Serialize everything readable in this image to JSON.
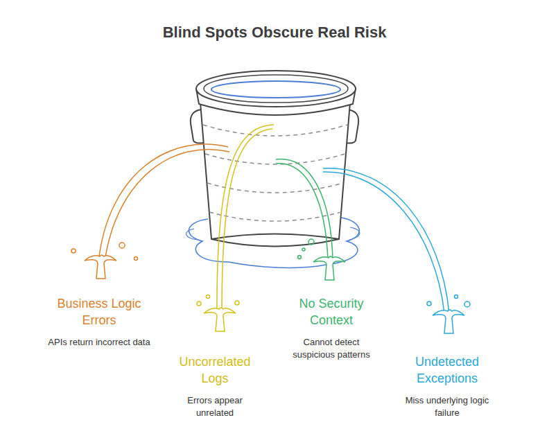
{
  "diagram": {
    "title": "Blind Spots Obscure Real Risk",
    "nodes": [
      {
        "text": [
          "Business Logic Errors",
          "APIs return incorrect data"
        ]
      },
      {
        "text": [
          "Uncorrelated Logs",
          "Errors appear unrelated"
        ]
      },
      {
        "text": [
          "No Security Context",
          "Cannot detect suspicious patterns"
        ]
      },
      {
        "text": [
          "Undetected Exceptions",
          "Miss underlying logic failure"
        ]
      }
    ]
  }
}
